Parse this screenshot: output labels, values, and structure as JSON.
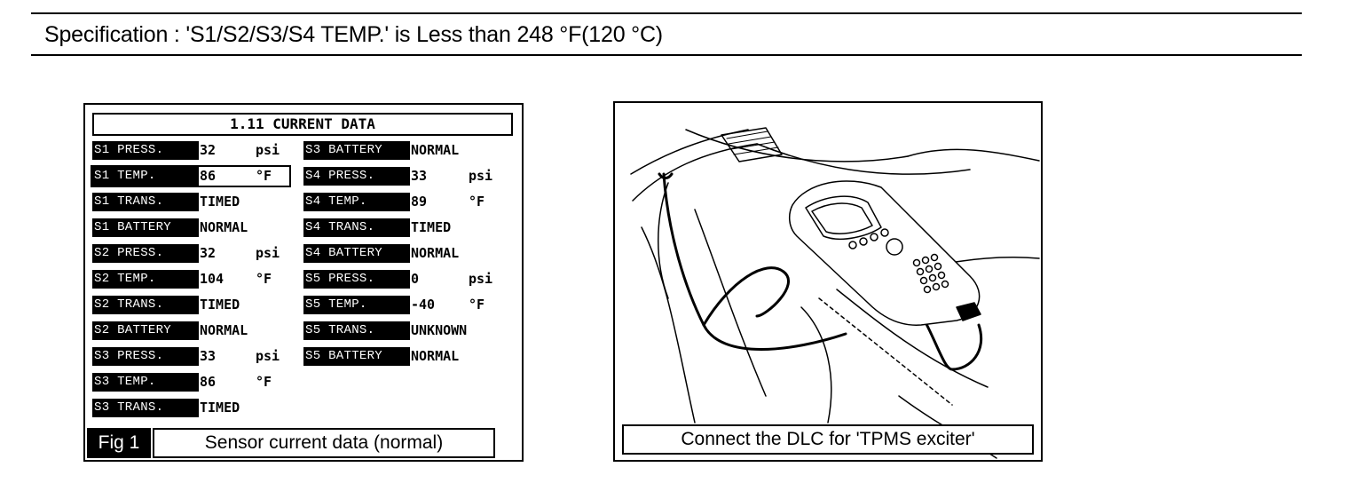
{
  "specification": "Specification : 'S1/S2/S3/S4 TEMP.' is Less than 248 °F(120 °C)",
  "figure1": {
    "header": "1.11 CURRENT DATA",
    "left_rows": [
      {
        "label": "S1 PRESS.",
        "value": "32",
        "unit": "psi"
      },
      {
        "label": "S1 TEMP.",
        "value": "86",
        "unit": "°F"
      },
      {
        "label": "S1 TRANS.",
        "value": "TIMED",
        "unit": ""
      },
      {
        "label": "S1 BATTERY",
        "value": "NORMAL",
        "unit": ""
      },
      {
        "label": "S2 PRESS.",
        "value": "32",
        "unit": "psi"
      },
      {
        "label": "S2 TEMP.",
        "value": "104",
        "unit": "°F"
      },
      {
        "label": "S2 TRANS.",
        "value": "TIMED",
        "unit": ""
      },
      {
        "label": "S2 BATTERY",
        "value": "NORMAL",
        "unit": ""
      },
      {
        "label": "S3 PRESS.",
        "value": "33",
        "unit": "psi"
      },
      {
        "label": "S3 TEMP.",
        "value": "86",
        "unit": "°F"
      },
      {
        "label": "S3 TRANS.",
        "value": "TIMED",
        "unit": ""
      }
    ],
    "right_rows": [
      {
        "label": "S3 BATTERY",
        "value": "NORMAL",
        "unit": ""
      },
      {
        "label": "S4 PRESS.",
        "value": "33",
        "unit": "psi"
      },
      {
        "label": "S4 TEMP.",
        "value": "89",
        "unit": "°F"
      },
      {
        "label": "S4 TRANS.",
        "value": "TIMED",
        "unit": ""
      },
      {
        "label": "S4 BATTERY",
        "value": "NORMAL",
        "unit": ""
      },
      {
        "label": "S5 PRESS.",
        "value": "0",
        "unit": "psi"
      },
      {
        "label": "S5 TEMP.",
        "value": "-40",
        "unit": "°F"
      },
      {
        "label": "S5 TRANS.",
        "value": "UNKNOWN",
        "unit": ""
      },
      {
        "label": "S5 BATTERY",
        "value": "NORMAL",
        "unit": ""
      }
    ],
    "fig_tag": "Fig 1",
    "caption": "Sensor current data (normal)"
  },
  "figure2": {
    "caption": "Connect the DLC for 'TPMS exciter'"
  }
}
